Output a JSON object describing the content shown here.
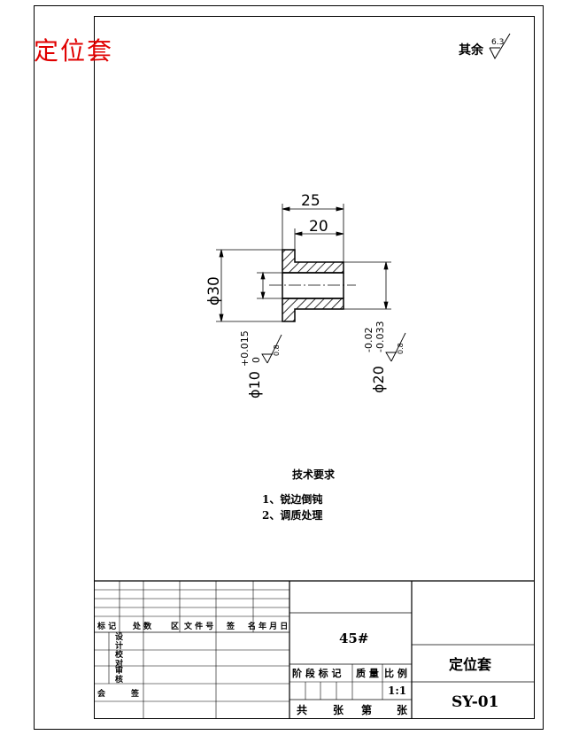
{
  "title": "定位套",
  "surface_finish": {
    "remaining_label": "其余",
    "remaining_value": "6.3",
    "bore_value": "0.8",
    "od_value": "0.8"
  },
  "dimensions": {
    "total_length": "25",
    "body_length": "20",
    "flange_diameter": "ϕ30",
    "bore_diameter": "ϕ10",
    "bore_tol_upper": "+0.015",
    "bore_tol_lower": "0",
    "body_diameter": "ϕ20",
    "body_tol_upper": "-0.02",
    "body_tol_lower": "-0.033"
  },
  "technical_requirements": {
    "heading": "技术要求",
    "items": [
      "1、锐边倒钝",
      "2、调质处理"
    ]
  },
  "title_block": {
    "row_headers": [
      "标 记",
      "处 数",
      "区",
      "文 件 号",
      "签",
      "名",
      "年 月 日"
    ],
    "sign_labels": [
      "设",
      "计",
      "校",
      "对",
      "审",
      "核",
      "会",
      "签"
    ],
    "material": "45#",
    "stage_labels": [
      "阶 段 标 记",
      "质 量",
      "比 例"
    ],
    "scale": "1:1",
    "sheet_total": "共",
    "sheet_unit1": "张",
    "sheet_of": "第",
    "sheet_unit2": "张",
    "part_name": "定位套",
    "drawing_number": "SY-01"
  }
}
